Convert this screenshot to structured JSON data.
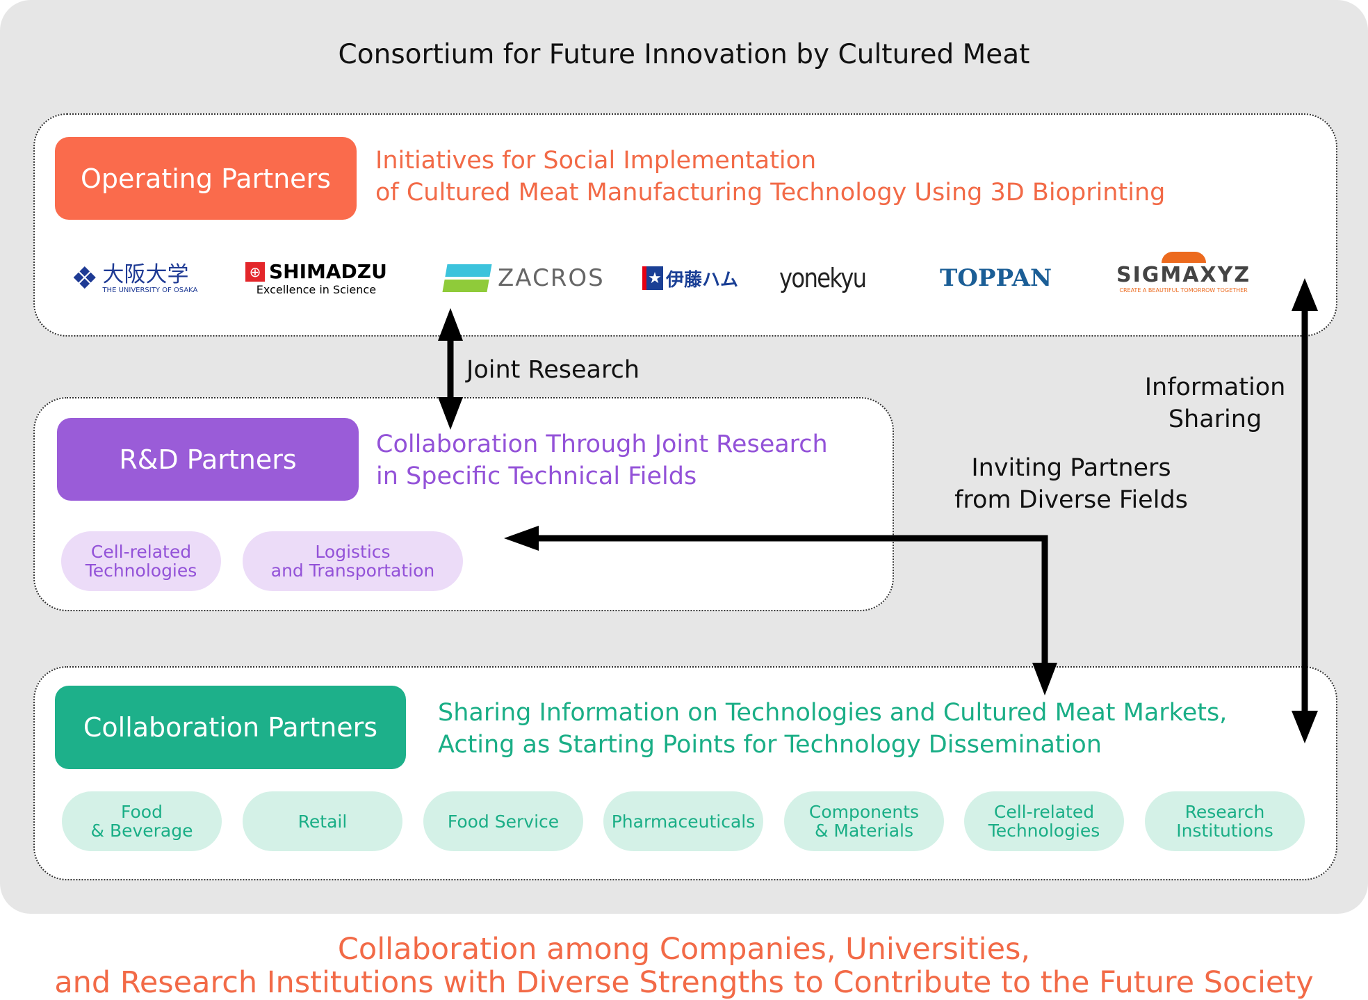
{
  "title": "Consortium for Future Innovation by Cultured Meat",
  "operating": {
    "label": "Operating Partners",
    "desc1": "Initiatives for Social Implementation",
    "desc2": "of Cultured Meat Manufacturing Technology Using 3D Bioprinting",
    "logos": {
      "osaka_jp": "大阪大学",
      "osaka_en": "THE UNIVERSITY OF OSAKA",
      "shimadzu": "SHIMADZU",
      "shimadzu_tag": "Excellence in Science",
      "zacros": "ZACROS",
      "itoham": "伊藤ハム",
      "yonekyu": "yonekyu",
      "toppan": "TOPPAN",
      "sigmaxyz": "SIGMAXYZ",
      "sigmaxyz_tag": "CREATE A BEAUTIFUL TOMORROW TOGETHER"
    }
  },
  "rnd": {
    "label": "R&D Partners",
    "desc1": "Collaboration Through Joint Research",
    "desc2": "in Specific Technical Fields",
    "pills": [
      "Cell-related\nTechnologies",
      "Logistics\nand Transportation"
    ]
  },
  "collab": {
    "label": "Collaboration Partners",
    "desc1": "Sharing Information on Technologies and Cultured Meat Markets,",
    "desc2": "Acting as Starting Points for Technology Dissemination",
    "pills": [
      "Food\n& Beverage",
      "Retail",
      "Food Service",
      "Pharmaceuticals",
      "Components\n& Materials",
      "Cell-related\nTechnologies",
      "Research\nInstitutions"
    ]
  },
  "arrows": {
    "joint": "Joint Research",
    "info1": "Information",
    "info2": "Sharing",
    "invite1": "Inviting Partners",
    "invite2": "from Diverse Fields"
  },
  "footer": {
    "line1": "Collaboration among Companies, Universities,",
    "line2": "and Research Institutions with Diverse Strengths to Contribute to the Future Society"
  },
  "colors": {
    "orange": "#fa6b4c",
    "purple": "#9a5cd8",
    "green": "#1db08a"
  }
}
